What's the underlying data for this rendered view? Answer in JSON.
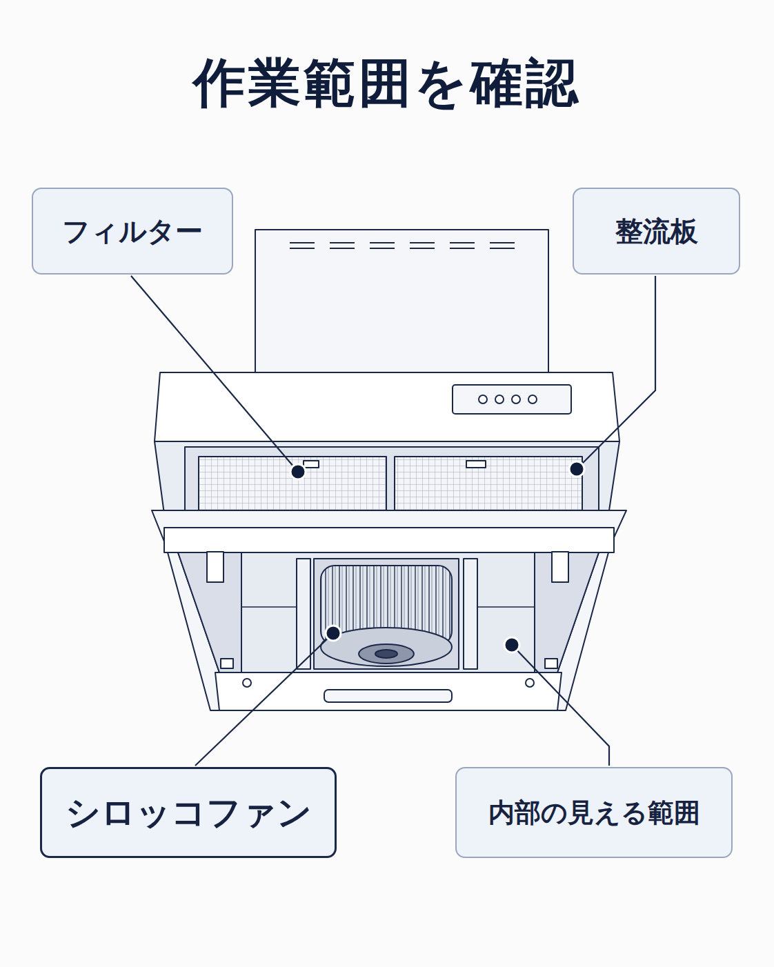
{
  "diagram": {
    "title": "作業範囲を確認",
    "nodes": [
      {
        "text": [
          "フィルター"
        ]
      },
      {
        "text": [
          "整流板"
        ]
      },
      {
        "text": [
          "シロッコファン"
        ]
      },
      {
        "text": [
          "内部の見える範囲"
        ]
      }
    ]
  }
}
